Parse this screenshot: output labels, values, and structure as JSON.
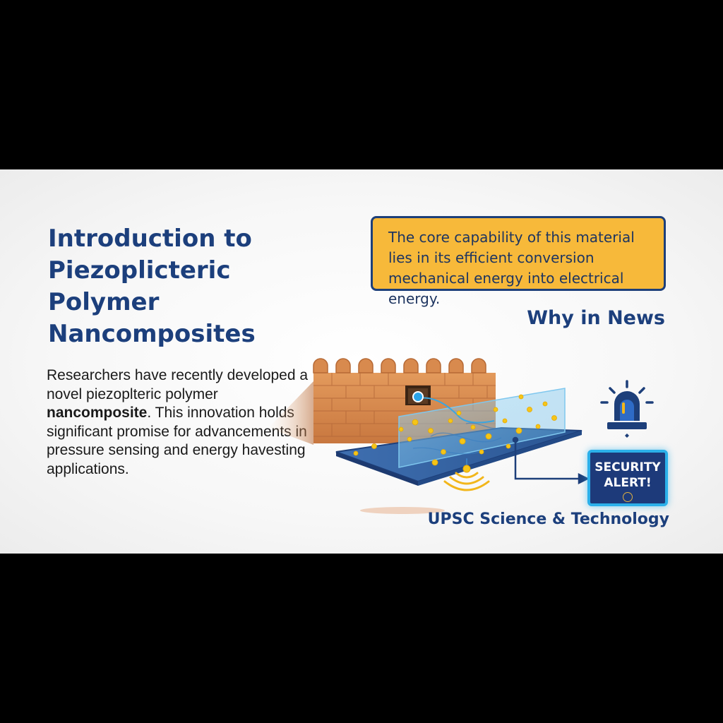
{
  "slide": {
    "title": "Introduction to Piezoplicteric Polymer Nancomposites",
    "body": {
      "part1": "Researchers have recently developed a novel piezoplteric polymer ",
      "bold": "nancomposite",
      "part2": ". This innovation holds significant promise for advancements in pressure sensing and energy havesting applications."
    },
    "callout": "The core capability of this material lies in its efficient conversion mechanical energy into electrical energy.",
    "why_in_news": "Why in News",
    "alert": {
      "line1": "SECURITY",
      "line2": "ALERT!"
    },
    "footer": "UPSC Science & Technology"
  },
  "icons": {
    "wall": "brick-wall-icon",
    "sensor_film": "sensor-film-icon",
    "signal": "signal-waves-icon",
    "siren": "siren-icon",
    "shield": "shield-icon"
  },
  "colors": {
    "navy": "#1c3f7c",
    "callout_bg": "#f7b93a",
    "brick": "#d9894d",
    "alert_border": "#2bb0ea",
    "particle": "#f5c518"
  }
}
